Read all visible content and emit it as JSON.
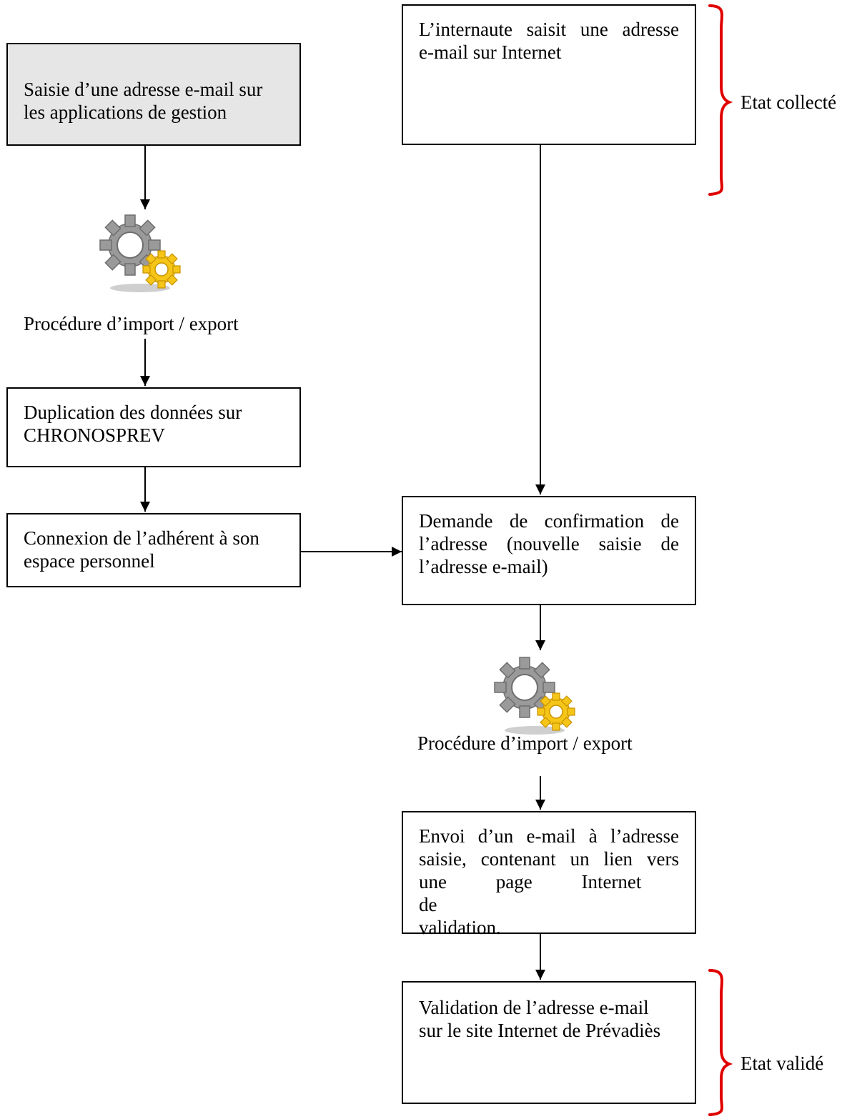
{
  "colors": {
    "brace": "#e00000",
    "gray_box": "#e6e6e6",
    "gear_gray": "#9a9a9a",
    "gear_yellow": "#f5c518"
  },
  "boxes": {
    "saisie_gestion": {
      "lines": [
        "Saisie d’une adresse e-mail sur",
        "les applications de gestion"
      ]
    },
    "internaute_saisit": {
      "lines": [
        "L’internaute saisit une adresse",
        "e-mail sur Internet"
      ]
    },
    "duplication": {
      "lines": [
        "Duplication des données sur",
        "CHRONOSPREV"
      ]
    },
    "connexion": {
      "lines": [
        "Connexion de l’adhérent à son",
        "espace personnel"
      ]
    },
    "demande_confirmation": {
      "lines": [
        "Demande de confirmation de",
        "l’adresse (nouvelle saisie de",
        "l’adresse e-mail)"
      ]
    },
    "envoi_email": {
      "lines": [
        "Envoi d’un e-mail à l’adresse",
        "saisie, contenant un lien vers",
        "une page Internet de",
        "validation."
      ]
    },
    "validation": {
      "lines": [
        "Validation de l’adresse e-mail",
        "sur le site Internet de Prévadiès"
      ]
    }
  },
  "procedures": {
    "left": {
      "label": "Procédure d’import / export",
      "icon": "gears-icon"
    },
    "right": {
      "label": "Procédure d’import / export",
      "icon": "gears-icon"
    }
  },
  "states": {
    "collecte": "Etat collecté",
    "valide": "Etat validé"
  }
}
